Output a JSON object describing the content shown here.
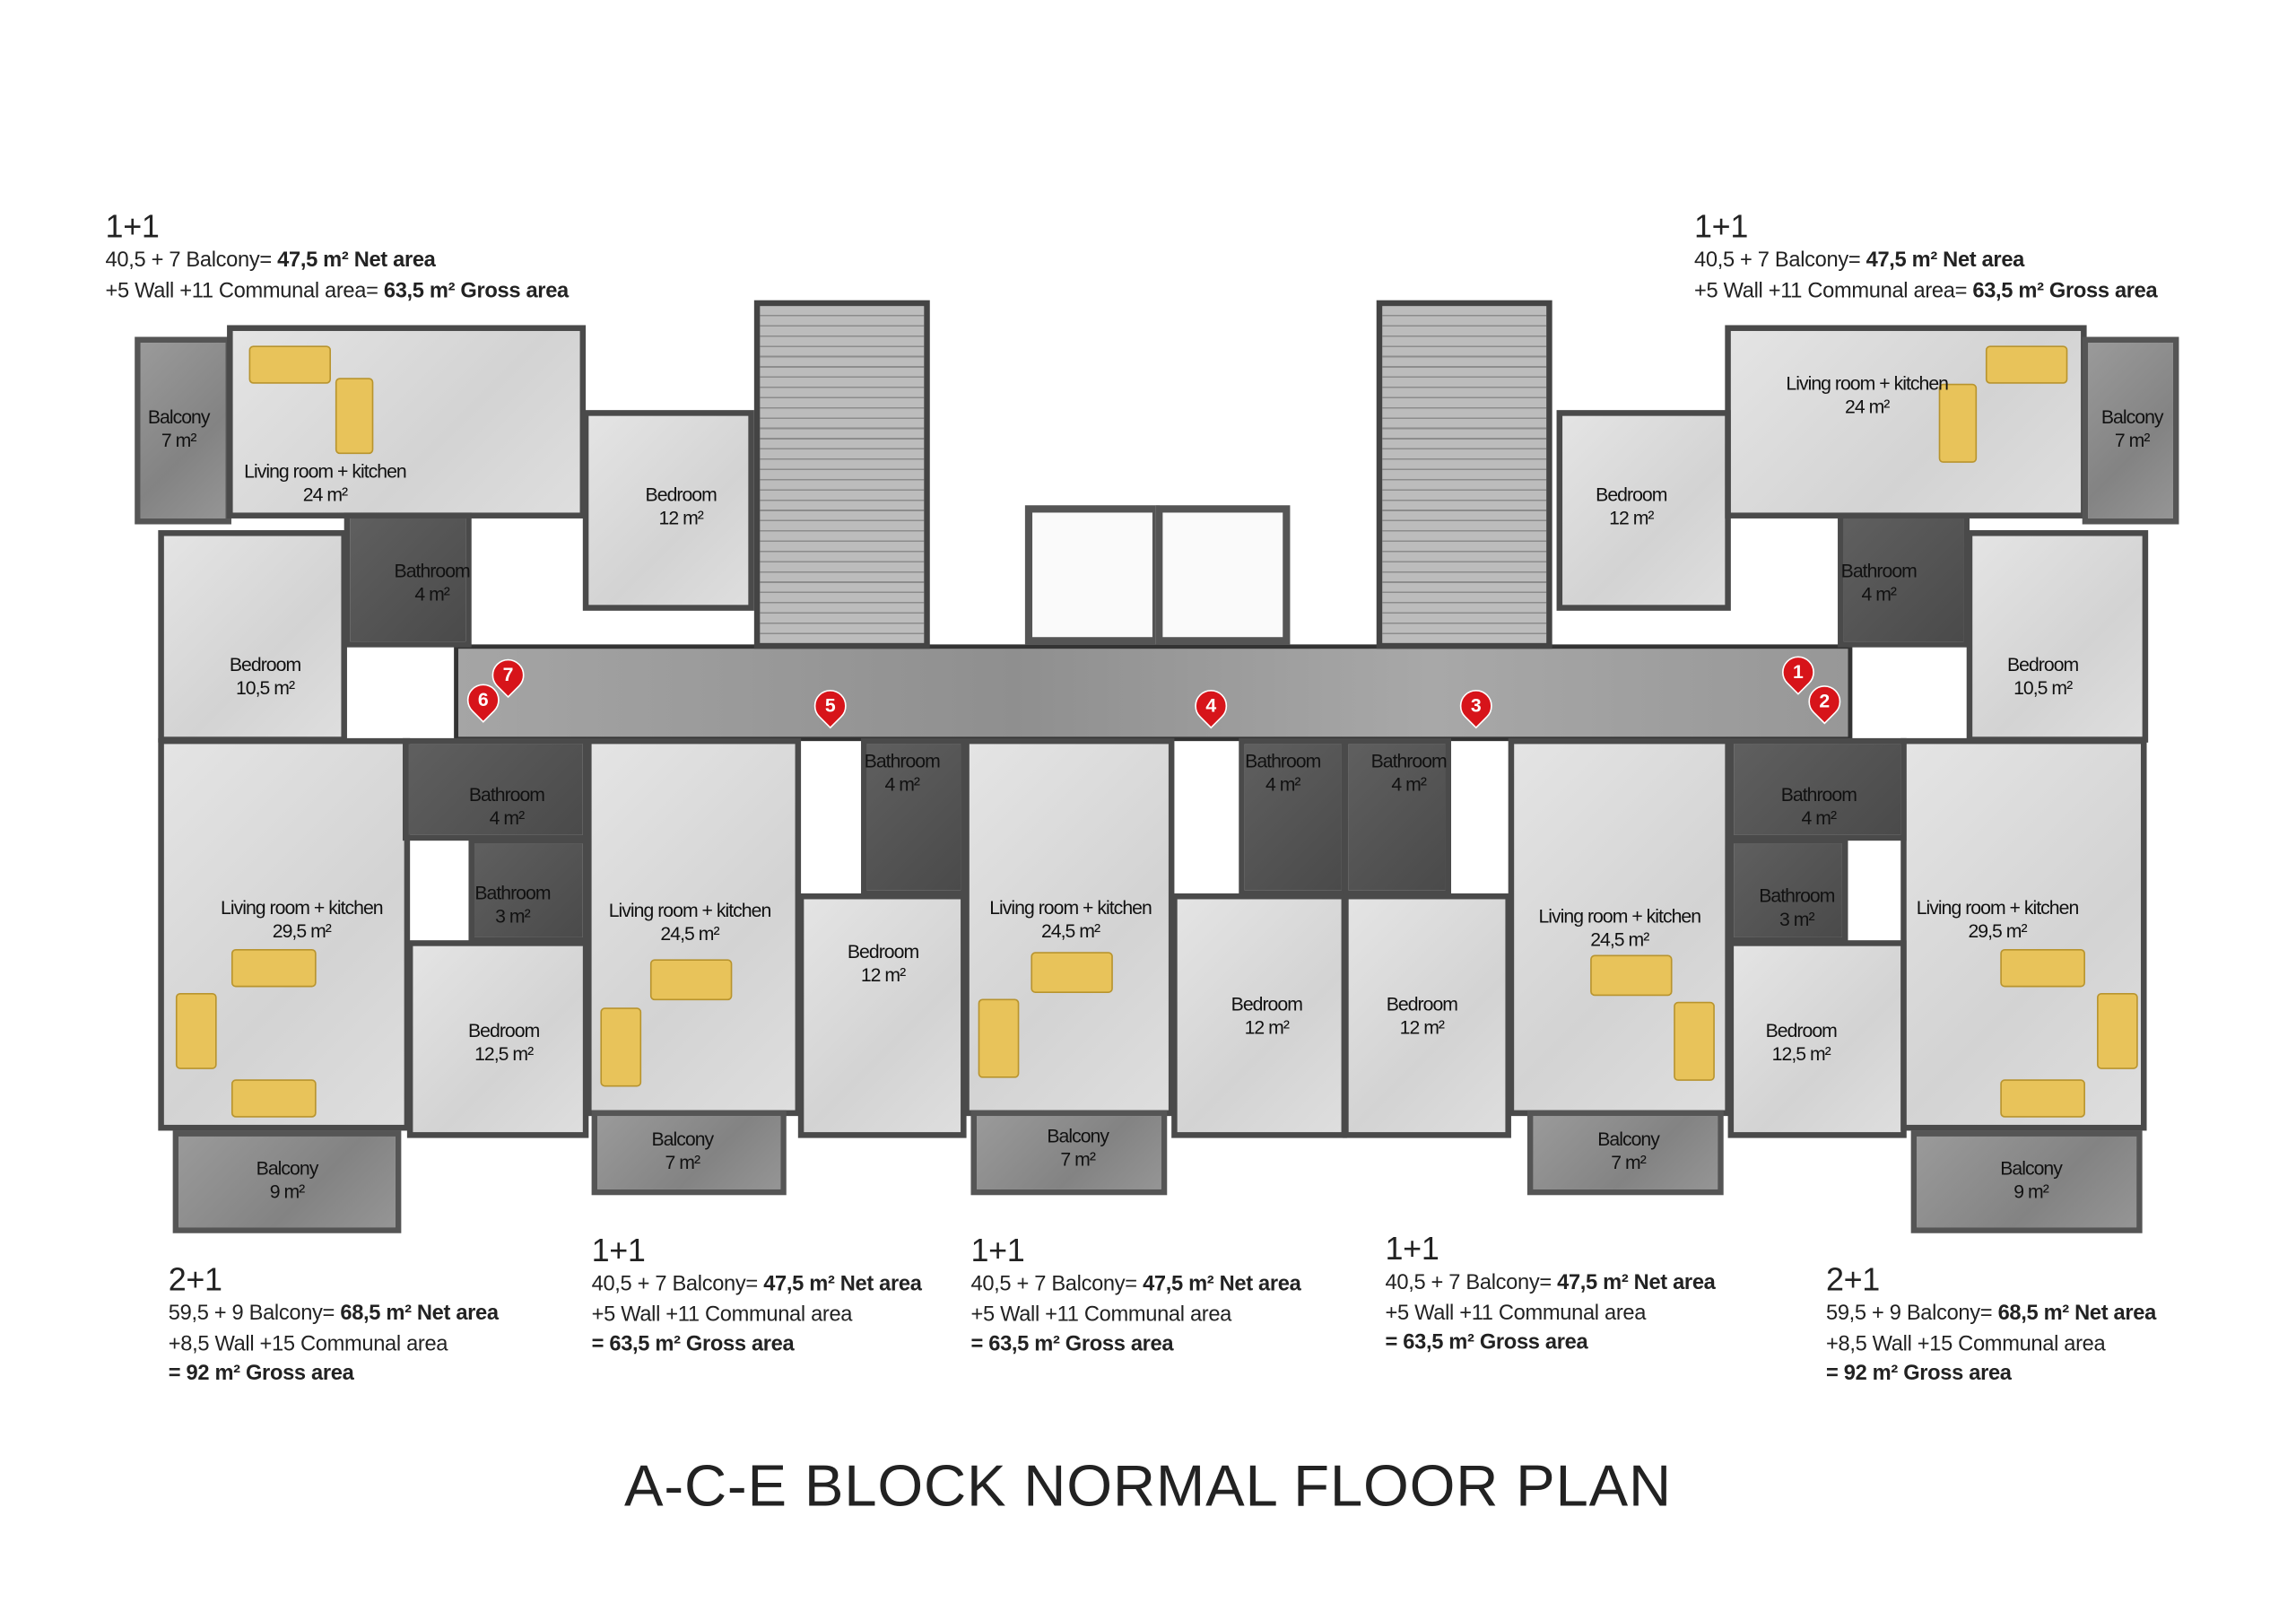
{
  "title": "A-C-E BLOCK NORMAL FLOOR PLAN",
  "units": [
    {
      "type": "1+1",
      "line1": "40,5 + 7 Balcony=",
      "net": "47,5 m² Net area",
      "line2": "+5 Wall +11 Communal area=",
      "gross": "63,5 m² Gross area"
    },
    {
      "type": "1+1",
      "line1": "40,5 + 7 Balcony=",
      "net": "47,5 m² Net area",
      "line2": "+5 Wall +11 Communal area=",
      "gross": "63,5 m² Gross area"
    },
    {
      "type": "2+1",
      "line1": "59,5 + 9 Balcony=",
      "net": "68,5 m² Net area",
      "line2": "+8,5 Wall +15 Communal area",
      "gross": "= 92 m² Gross area"
    },
    {
      "type": "1+1",
      "line1": "40,5 + 7 Balcony=",
      "net": "47,5 m² Net area",
      "line2": "+5 Wall +11 Communal area",
      "gross": "= 63,5 m² Gross area"
    },
    {
      "type": "1+1",
      "line1": "40,5 + 7 Balcony=",
      "net": "47,5 m² Net area",
      "line2": "+5 Wall +11 Communal area",
      "gross": "= 63,5 m² Gross area"
    },
    {
      "type": "1+1",
      "line1": "40,5 + 7 Balcony=",
      "net": "47,5 m² Net area",
      "line2": "+5 Wall +11 Communal area",
      "gross": "= 63,5 m² Gross area"
    },
    {
      "type": "2+1",
      "line1": "59,5 + 9 Balcony=",
      "net": "68,5 m² Net area",
      "line2": "+8,5 Wall +15 Communal area",
      "gross": "= 92 m² Gross area"
    }
  ],
  "rooms": [
    {
      "name": "Balcony",
      "area": "7 m²"
    },
    {
      "name": "Living room + kitchen",
      "area": "24 m²"
    },
    {
      "name": "Bedroom",
      "area": "12 m²"
    },
    {
      "name": "Bathroom",
      "area": "4 m²"
    },
    {
      "name": "Bedroom",
      "area": "10,5 m²"
    },
    {
      "name": "Bathroom",
      "area": "4 m²"
    },
    {
      "name": "Bathroom",
      "area": "3 m²"
    },
    {
      "name": "Living room + kitchen",
      "area": "29,5 m²"
    },
    {
      "name": "Bedroom",
      "area": "12,5 m²"
    },
    {
      "name": "Balcony",
      "area": "9 m²"
    },
    {
      "name": "Living room + kitchen",
      "area": "24,5 m²"
    },
    {
      "name": "Balcony",
      "area": "7 m²"
    },
    {
      "name": "Bathroom",
      "area": "4 m²"
    },
    {
      "name": "Bedroom",
      "area": "12 m²"
    },
    {
      "name": "Living room + kitchen",
      "area": "24,5 m²"
    },
    {
      "name": "Balcony",
      "area": "7 m²"
    },
    {
      "name": "Bathroom",
      "area": "4 m²"
    },
    {
      "name": "Bathroom",
      "area": "4 m²"
    },
    {
      "name": "Bedroom",
      "area": "12 m²"
    },
    {
      "name": "Bedroom",
      "area": "12 m²"
    },
    {
      "name": "Living room + kitchen",
      "area": "24,5 m²"
    },
    {
      "name": "Balcony",
      "area": "7 m²"
    },
    {
      "name": "Bathroom",
      "area": "4 m²"
    },
    {
      "name": "Bathroom",
      "area": "3 m²"
    },
    {
      "name": "Bedroom",
      "area": "12,5 m²"
    },
    {
      "name": "Living room + kitchen",
      "area": "29,5 m²"
    },
    {
      "name": "Balcony",
      "area": "9 m²"
    },
    {
      "name": "Bedroom",
      "area": "10,5 m²"
    },
    {
      "name": "Bathroom",
      "area": "4 m²"
    },
    {
      "name": "Bedroom",
      "area": "12 m²"
    },
    {
      "name": "Living room + kitchen",
      "area": "24 m²"
    },
    {
      "name": "Balcony",
      "area": "7 m²"
    }
  ],
  "markers": [
    "1",
    "2",
    "3",
    "4",
    "5",
    "6",
    "7"
  ],
  "colors": {
    "marker": "#d7141a",
    "furniture": "#e8c35a",
    "wall": "#4a4a4a"
  }
}
